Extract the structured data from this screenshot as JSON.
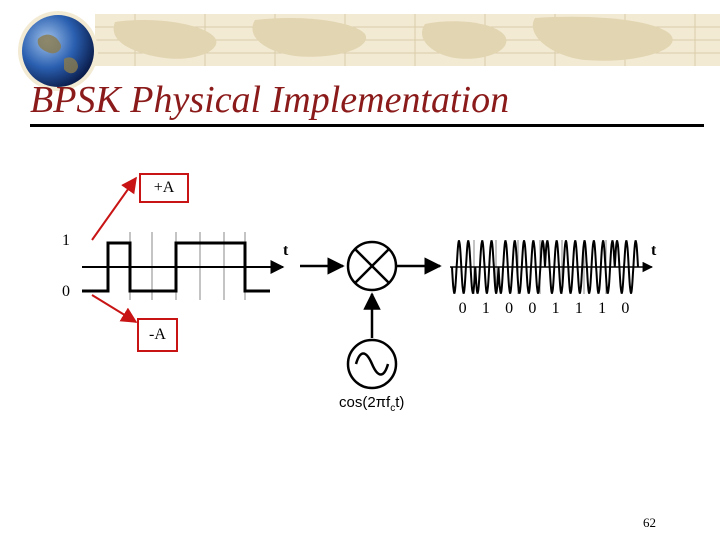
{
  "slide": {
    "title": "BPSK Physical Implementation",
    "page_number": "62"
  },
  "colors": {
    "title": "#8b1a1a",
    "annotation": "#c81414",
    "banner": "#f3ead3"
  },
  "diagram": {
    "level_high_label": "1",
    "level_low_label": "0",
    "plus_amplitude_label": "+A",
    "minus_amplitude_label": "-A",
    "baseband_axis_label": "t",
    "output_axis_label": "t",
    "bits": [
      "0",
      "1",
      "0",
      "0",
      "1",
      "1",
      "1",
      "0"
    ],
    "carrier_label": "cos(2πf",
    "carrier_sub": "c",
    "carrier_tail": "t)",
    "icons": [
      "globe-icon",
      "multiplier-icon",
      "oscillator-icon"
    ]
  }
}
